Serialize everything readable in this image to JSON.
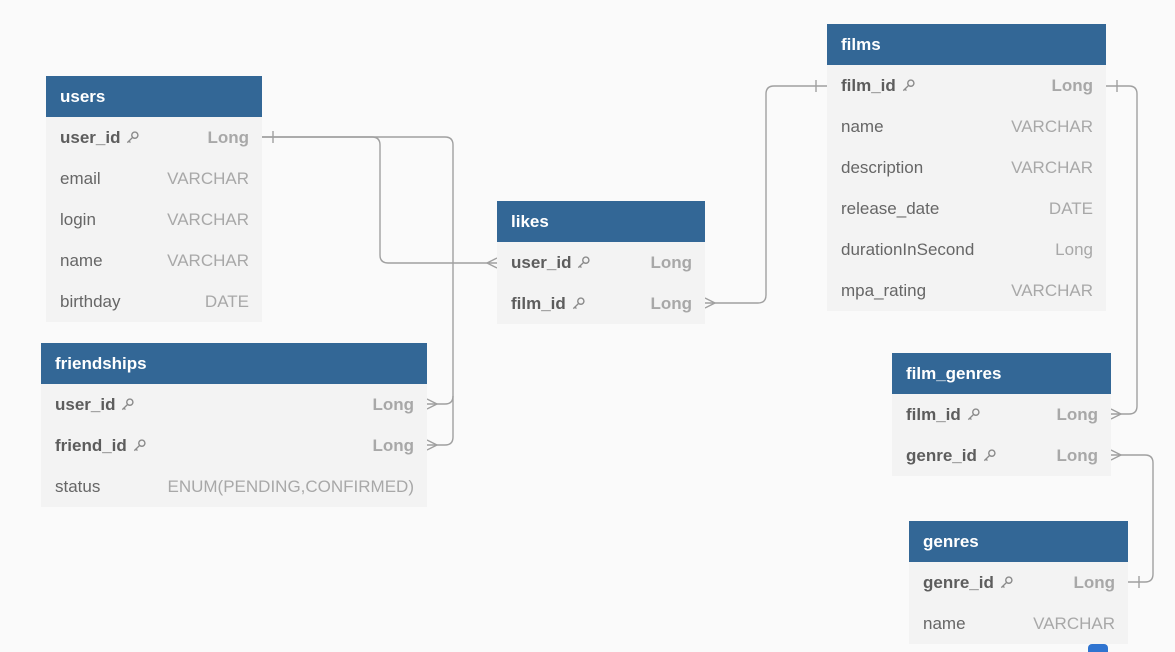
{
  "colors": {
    "header": "#336796",
    "header_text": "#ffffff",
    "table_bg": "#f3f3f3",
    "line": "#a0a0a0",
    "canvas": "#fafafa"
  },
  "tables": {
    "users": {
      "name": "users",
      "columns": [
        {
          "name": "user_id",
          "type": "Long",
          "pk": true,
          "icon": "key-icon"
        },
        {
          "name": "email",
          "type": "VARCHAR"
        },
        {
          "name": "login",
          "type": "VARCHAR"
        },
        {
          "name": "name",
          "type": "VARCHAR"
        },
        {
          "name": "birthday",
          "type": "DATE"
        }
      ]
    },
    "friendships": {
      "name": "friendships",
      "columns": [
        {
          "name": "user_id",
          "type": "Long",
          "pk": true,
          "icon": "key-icon"
        },
        {
          "name": "friend_id",
          "type": "Long",
          "pk": true,
          "icon": "key-icon"
        },
        {
          "name": "status",
          "type": "ENUM(PENDING,CONFIRMED)"
        }
      ]
    },
    "likes": {
      "name": "likes",
      "columns": [
        {
          "name": "user_id",
          "type": "Long",
          "pk": true,
          "icon": "key-icon"
        },
        {
          "name": "film_id",
          "type": "Long",
          "pk": true,
          "icon": "key-icon"
        }
      ]
    },
    "films": {
      "name": "films",
      "columns": [
        {
          "name": "film_id",
          "type": "Long",
          "pk": true,
          "icon": "key-icon"
        },
        {
          "name": "name",
          "type": "VARCHAR"
        },
        {
          "name": "description",
          "type": "VARCHAR"
        },
        {
          "name": "release_date",
          "type": "DATE"
        },
        {
          "name": "durationInSecond",
          "type": "Long"
        },
        {
          "name": "mpa_rating",
          "type": "VARCHAR"
        }
      ]
    },
    "film_genres": {
      "name": "film_genres",
      "columns": [
        {
          "name": "film_id",
          "type": "Long",
          "pk": true,
          "icon": "key-icon"
        },
        {
          "name": "genre_id",
          "type": "Long",
          "pk": true,
          "icon": "key-icon"
        }
      ]
    },
    "genres": {
      "name": "genres",
      "columns": [
        {
          "name": "genre_id",
          "type": "Long",
          "pk": true,
          "icon": "key-icon"
        },
        {
          "name": "name",
          "type": "VARCHAR"
        }
      ]
    }
  },
  "relationships": [
    {
      "from": "users.user_id",
      "to": "likes.user_id",
      "from_card": "one",
      "to_card": "many"
    },
    {
      "from": "users.user_id",
      "to": "friendships.user_id",
      "from_card": "one",
      "to_card": "many"
    },
    {
      "from": "users.user_id",
      "to": "friendships.friend_id",
      "from_card": "one",
      "to_card": "many"
    },
    {
      "from": "films.film_id",
      "to": "likes.film_id",
      "from_card": "one",
      "to_card": "many"
    },
    {
      "from": "films.film_id",
      "to": "film_genres.film_id",
      "from_card": "one",
      "to_card": "many"
    },
    {
      "from": "genres.genre_id",
      "to": "film_genres.genre_id",
      "from_card": "one",
      "to_card": "many"
    }
  ]
}
